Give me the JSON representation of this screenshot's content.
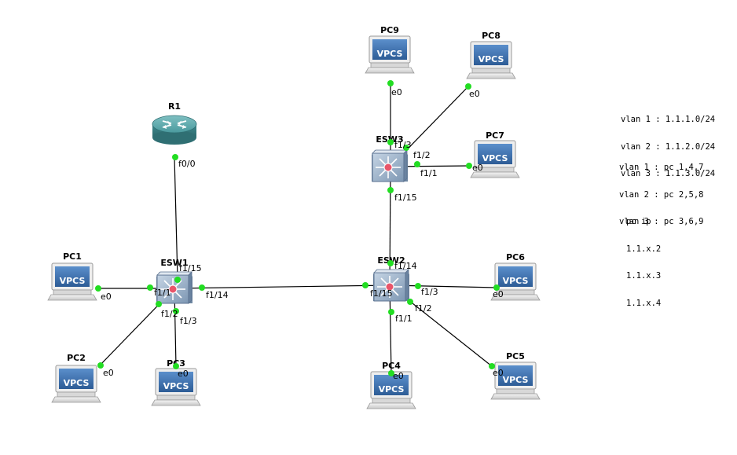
{
  "devices": {
    "r1": {
      "name": "R1"
    },
    "esw1": {
      "name": "ESW1"
    },
    "esw2": {
      "name": "ESW2"
    },
    "esw3": {
      "name": "ESW3"
    },
    "pc1": {
      "name": "PC1",
      "badge": "VPCS"
    },
    "pc2": {
      "name": "PC2",
      "badge": "VPCS"
    },
    "pc3": {
      "name": "PC3",
      "badge": "VPCS"
    },
    "pc4": {
      "name": "PC4",
      "badge": "VPCS"
    },
    "pc5": {
      "name": "PC5",
      "badge": "VPCS"
    },
    "pc6": {
      "name": "PC6",
      "badge": "VPCS"
    },
    "pc7": {
      "name": "PC7",
      "badge": "VPCS"
    },
    "pc8": {
      "name": "PC8",
      "badge": "VPCS"
    },
    "pc9": {
      "name": "PC9",
      "badge": "VPCS"
    }
  },
  "links": [
    {
      "id": "r1-esw1",
      "a_port": "f0/0",
      "b_port": "f1/15"
    },
    {
      "id": "esw1-pc1",
      "a_port": "f1/1",
      "b_port": "e0"
    },
    {
      "id": "esw1-pc2",
      "a_port": "f1/2",
      "b_port": "e0"
    },
    {
      "id": "esw1-pc3",
      "a_port": "f1/3",
      "b_port": "e0"
    },
    {
      "id": "esw1-esw2",
      "a_port": "f1/14",
      "b_port": "f1/15"
    },
    {
      "id": "esw2-esw3",
      "a_port": "f1/14",
      "b_port": "f1/15"
    },
    {
      "id": "esw2-pc4",
      "a_port": "f1/1",
      "b_port": "e0"
    },
    {
      "id": "esw2-pc5",
      "a_port": "f1/2",
      "b_port": "e0"
    },
    {
      "id": "esw2-pc6",
      "a_port": "f1/3",
      "b_port": "e0"
    },
    {
      "id": "esw3-pc7",
      "a_port": "f1/1",
      "b_port": "e0"
    },
    {
      "id": "esw3-pc8",
      "a_port": "f1/2",
      "b_port": "e0"
    },
    {
      "id": "esw3-pc9",
      "a_port": "f1/3",
      "b_port": "e0"
    }
  ],
  "notes": {
    "vlan_subnets": [
      "vlan 1 : 1.1.1.0/24",
      "vlan 2 : 1.1.2.0/24",
      "vlan 3 : 1.1.3.0/24"
    ],
    "vlan_pcs": [
      "vlan 1 : pc 1,4,7",
      "vlan 2 : pc 2,5,8",
      "vlan 3 : pc 3,6,9"
    ],
    "pc_ip": [
      "pc ip",
      "1.1.x.2",
      "1.1.x.3",
      "1.1.x.4"
    ]
  },
  "colors": {
    "link": "#000000",
    "port_dot": "#22dd22",
    "router": "#3f8f93",
    "switch": "#8ea6bf",
    "switch_center": "#e8556a",
    "pc_screen": "#3a6fae"
  }
}
